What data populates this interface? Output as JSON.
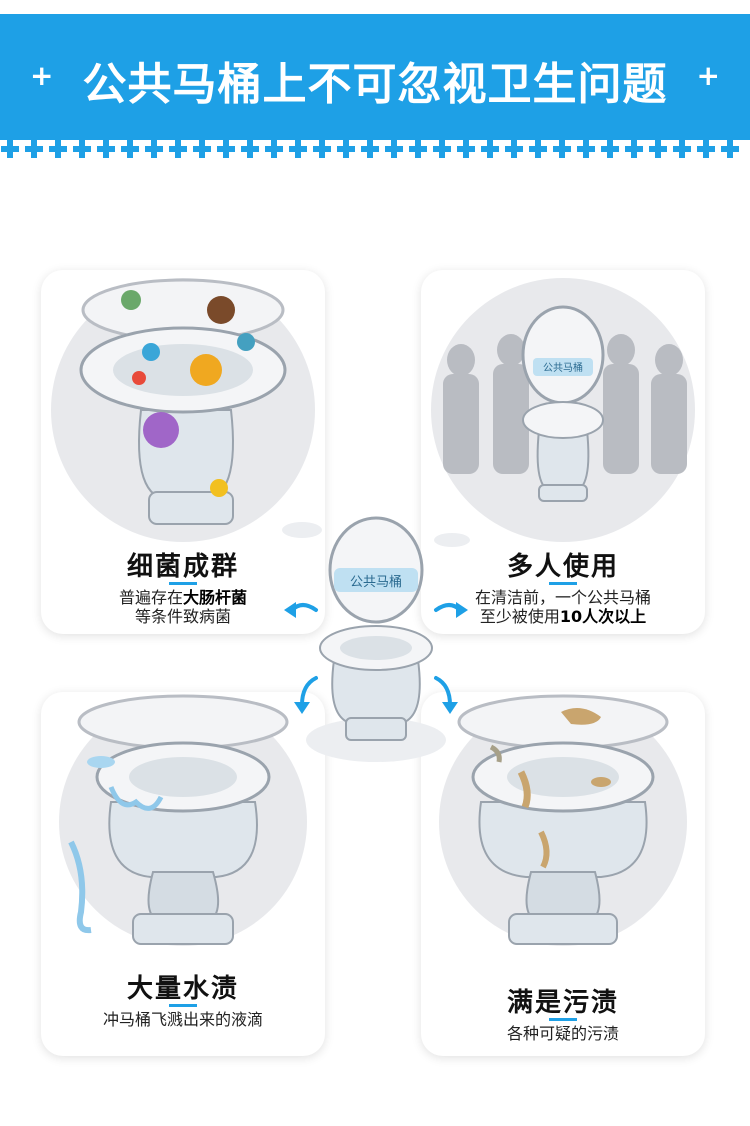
{
  "banner": {
    "title": "公共马桶上不可忽视卫生问题",
    "plus_left": "+",
    "plus_right": "+",
    "background": "#1ea0e6"
  },
  "center": {
    "label": "公共马桶"
  },
  "cards": [
    {
      "title": "细菌成群",
      "desc_line1_pre": "普遍存在",
      "desc_line1_bold": "大肠杆菌",
      "desc_line2": "等条件致病菌"
    },
    {
      "title": "多人使用",
      "label": "公共马桶",
      "desc_line1": "在清洁前，一个公共马桶",
      "desc_line2_pre": "至少被使用",
      "desc_line2_bold": "10人次以上"
    },
    {
      "title": "大量水渍",
      "desc_line1": "冲马桶飞溅出来的液滴"
    },
    {
      "title": "满是污渍",
      "desc_line1": "各种可疑的污渍"
    }
  ],
  "accent_color": "#1ea0e6"
}
